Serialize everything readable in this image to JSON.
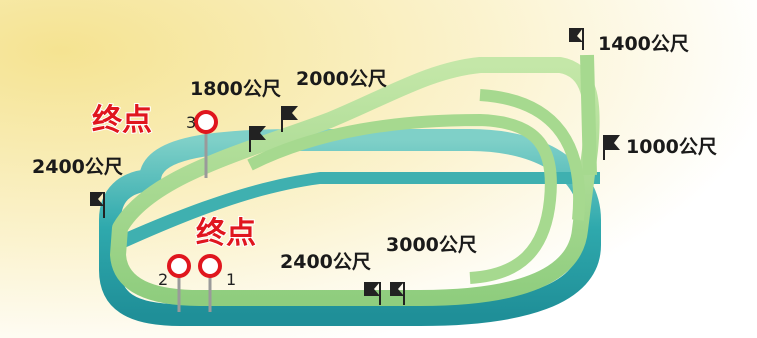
{
  "labels": {
    "finish_upper": "终点",
    "finish_lower": "终点",
    "d1400": "1400公尺",
    "d1000": "1000公尺",
    "d1800": "1800公尺",
    "d2000": "2000公尺",
    "d2400_left": "2400公尺",
    "d2400_bottom": "2400公尺",
    "d3000": "3000公尺",
    "post_3": "3",
    "post_2": "2",
    "post_1": "1"
  },
  "colors": {
    "outer_track": "#3fb0b0",
    "inner_track": "#9dd48a",
    "finish_text": "#e0161e",
    "post_ring": "#e0161e",
    "background_glow": "#f7e9a6"
  }
}
